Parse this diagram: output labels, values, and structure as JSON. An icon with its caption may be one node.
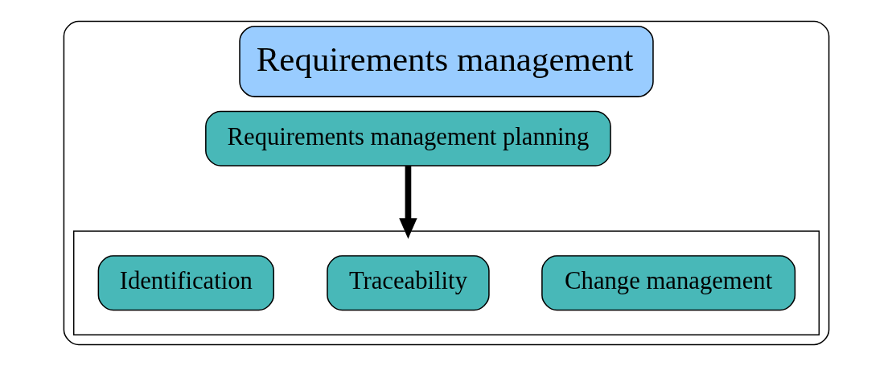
{
  "diagram": {
    "nodes": [
      {
        "text": [
          "Requirements management"
        ]
      },
      {
        "text": [
          "Requirements management planning"
        ],
        "in": 0
      },
      {
        "text": [],
        "shape": "box",
        "in": 0
      },
      {
        "text": [
          "Identification"
        ],
        "in": 2
      },
      {
        "text": [
          "Traceability"
        ],
        "in": 2
      },
      {
        "text": [
          "Change management"
        ],
        "in": 2
      }
    ],
    "edges": [
      {
        "from": 1,
        "to": 2,
        "arrow": "to"
      }
    ]
  }
}
